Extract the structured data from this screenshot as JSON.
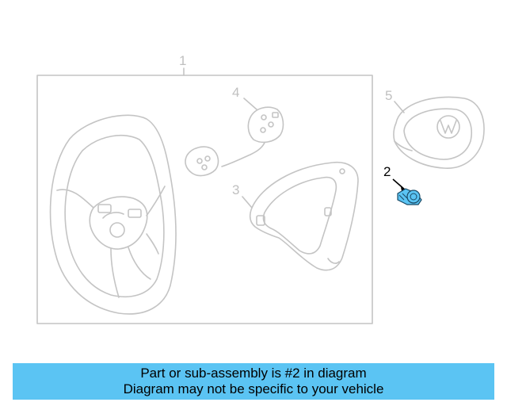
{
  "callouts": {
    "c1": "1",
    "c2": "2",
    "c3": "3",
    "c4": "4",
    "c5": "5"
  },
  "banner": {
    "line1": "Part or sub-assembly is #2 in diagram",
    "line2": "Diagram may not be specific to your vehicle"
  },
  "colors": {
    "banner_bg": "#5bc4f3",
    "highlight_part": "#5bc4f3",
    "line_art": "#c4c4c4"
  },
  "highlighted_part": "2",
  "icons": [
    "steering-wheel-icon",
    "switch-harness-icon",
    "trim-cover-icon",
    "airbag-module-icon",
    "vw-emblem-icon",
    "bolt-icon"
  ]
}
